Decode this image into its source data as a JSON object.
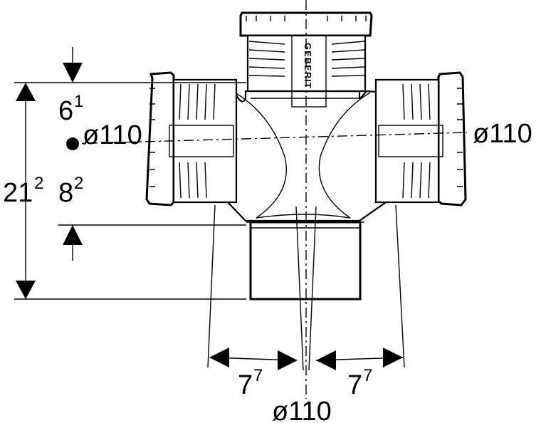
{
  "brand": "GEBERIT",
  "dimensions": {
    "top_offset": {
      "main": "6",
      "sup": "1"
    },
    "total_height": {
      "main": "21",
      "sup": "2"
    },
    "inner_height": {
      "main": "8",
      "sup": "2"
    },
    "left_offset": {
      "main": "7",
      "sup": "7"
    },
    "right_offset": {
      "main": "7",
      "sup": "7"
    },
    "left_diameter": "ø110",
    "right_diameter": "ø110",
    "bottom_diameter": "ø110"
  }
}
